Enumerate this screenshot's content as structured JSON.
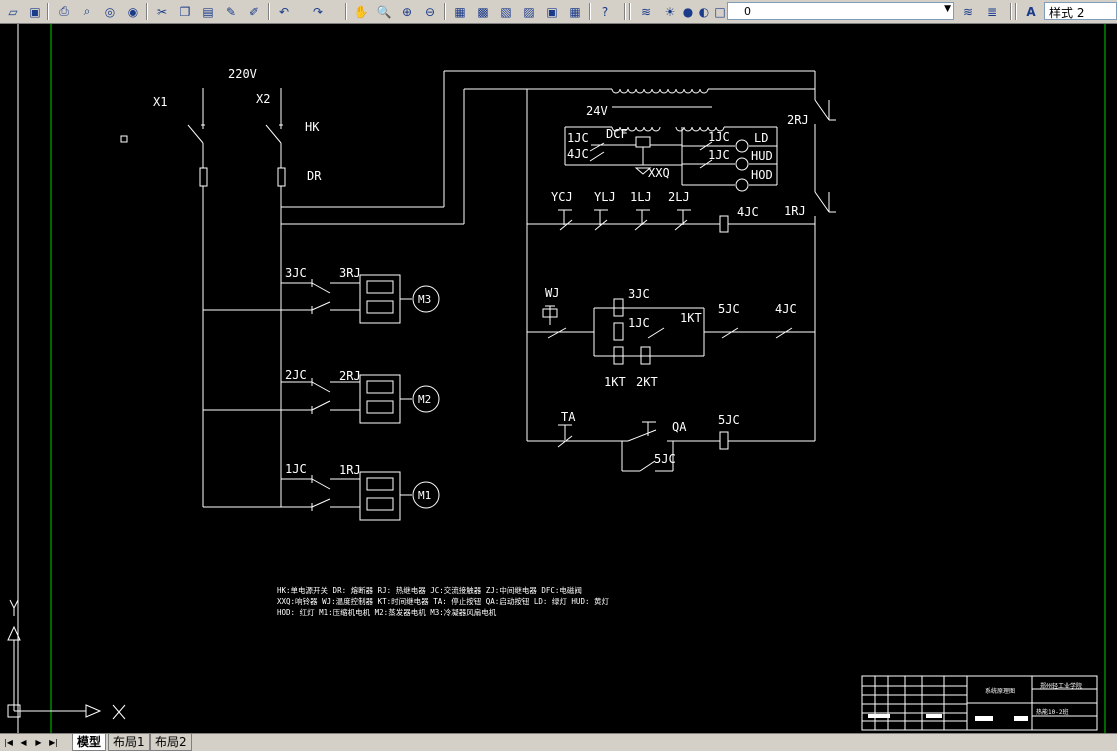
{
  "toolbar": {
    "layer_name": "0",
    "style_name": "样式 2",
    "buttons": [
      "new-icon",
      "save-icon",
      "print-icon",
      "preview-icon",
      "publish-icon",
      "plot-icon",
      "cut-icon",
      "copy-icon",
      "paste-icon",
      "match-icon",
      "brush-icon",
      "undo-icon",
      "redo-icon",
      "pan-icon",
      "zoom-realtime-icon",
      "zoom-window-icon",
      "zoom-previous-icon",
      "properties-icon",
      "design-center-icon",
      "tool-palettes-icon",
      "sheet-set-icon",
      "markup-icon",
      "calculator-icon",
      "help-icon"
    ]
  },
  "tabs": [
    "模型",
    "布局1",
    "布局2"
  ],
  "drawing": {
    "voltage_220": "220V",
    "x1": "X1",
    "x2": "X2",
    "hk": "HK",
    "dr": "DR",
    "voltage_24": "24V",
    "rj2": "2RJ",
    "rj1": "1RJ",
    "jc1a": "1JC",
    "dcf": "DCF",
    "jc4a": "4JC",
    "xxq": "XXQ",
    "jc1b": "1JC",
    "jc1c": "1JC",
    "ld": "LD",
    "hud": "HUD",
    "hod": "HOD",
    "ycj": "YCJ",
    "ylj": "YLJ",
    "lj1": "1LJ",
    "lj2": "2LJ",
    "jc4b": "4JC",
    "jc3m": "3JC",
    "rj3m": "3RJ",
    "m3": "M3",
    "jc2m": "2JC",
    "rj2m": "2RJ",
    "m2": "M2",
    "jc1m": "1JC",
    "rj1m": "1RJ",
    "m1": "M1",
    "wj": "WJ",
    "jc3c": "3JC",
    "jc1d": "1JC",
    "kt1": "1KT",
    "jc5a": "5JC",
    "jc4c": "4JC",
    "kt1b": "1KT",
    "kt2": "2KT",
    "ta": "TA",
    "qa": "QA",
    "jc5b": "5JC",
    "jc5c": "5JC"
  },
  "legend": [
    "HK:单电源开关  DR: 熔断器  RJ: 热继电器  JC:交流接触器  ZJ:中间继电器  DFC:电磁阀",
    "XXQ:响铃器  WJ:温度控制器  KT:时间继电器  TA: 停止按钮  QA:启动按钮  LD: 绿灯  HUD: 黄灯",
    "HOD: 红灯  M1:压缩机电机  M2:蒸发器电机    M3:冷凝器风扇电机"
  ],
  "titleblock": {
    "center": "系统原理图",
    "right_top": "郑州轻工业学院",
    "right_bottom": "热能10-2班"
  }
}
